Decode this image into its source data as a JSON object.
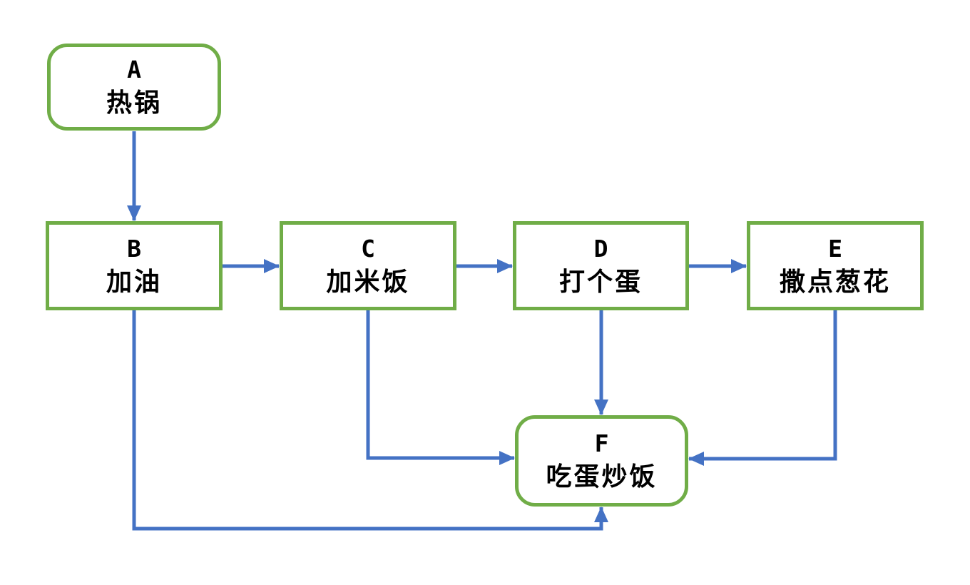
{
  "diagram": {
    "type": "flowchart",
    "background": "#ffffff",
    "colors": {
      "node_border": "#70AD47",
      "node_fill": "#ffffff",
      "arrow": "#4472C4",
      "text": "#000000"
    },
    "nodes": [
      {
        "id": "A",
        "letter": "A",
        "label": "热锅",
        "shape": "rounded"
      },
      {
        "id": "B",
        "letter": "B",
        "label": "加油",
        "shape": "rect"
      },
      {
        "id": "C",
        "letter": "C",
        "label": "加米饭",
        "shape": "rect"
      },
      {
        "id": "D",
        "letter": "D",
        "label": "打个蛋",
        "shape": "rect"
      },
      {
        "id": "E",
        "letter": "E",
        "label": "撒点葱花",
        "shape": "rect"
      },
      {
        "id": "F",
        "letter": "F",
        "label": "吃蛋炒饭",
        "shape": "rounded"
      }
    ],
    "edges": [
      {
        "from": "A",
        "to": "B",
        "route": "straight-down"
      },
      {
        "from": "B",
        "to": "C",
        "route": "straight-right"
      },
      {
        "from": "C",
        "to": "D",
        "route": "straight-right"
      },
      {
        "from": "D",
        "to": "E",
        "route": "straight-right"
      },
      {
        "from": "C",
        "to": "F",
        "route": "down-then-right-into-left-side"
      },
      {
        "from": "D",
        "to": "F",
        "route": "straight-down-into-top"
      },
      {
        "from": "E",
        "to": "F",
        "route": "down-then-left-into-right-side"
      },
      {
        "from": "B",
        "to": "F",
        "route": "down-right-up-into-bottom"
      }
    ]
  }
}
